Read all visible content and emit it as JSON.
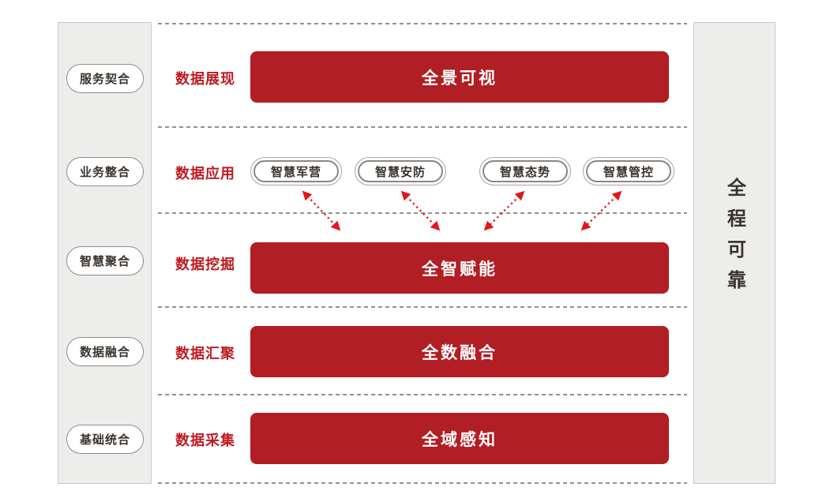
{
  "colors": {
    "bar_red": "#b11e23",
    "category_label_red": "#be1b21",
    "arrow_red": "#e8141b",
    "sidebar_bg": "#ededec",
    "sidebar_border": "#c8c8c7",
    "pill_border_outer": "#a8a5a2",
    "pill_border_inner": "#8a8783",
    "dark_text": "#3a332e",
    "separator_gray": "#909090"
  },
  "left_sidebar": {
    "items": [
      "服务契合",
      "业务整合",
      "智慧聚合",
      "数据融合",
      "基础统合"
    ]
  },
  "right_sidebar": {
    "label": "全程可靠"
  },
  "layers": [
    {
      "category": "数据展现",
      "type": "bar",
      "title": "全景可视"
    },
    {
      "category": "数据应用",
      "type": "pills",
      "pills": [
        "智慧军营",
        "智慧安防",
        "智慧态势",
        "智慧管控"
      ]
    },
    {
      "category": "数据挖掘",
      "type": "bar",
      "title": "全智赋能"
    },
    {
      "category": "数据汇聚",
      "type": "bar",
      "title": "全数融合"
    },
    {
      "category": "数据采集",
      "type": "bar",
      "title": "全域感知"
    }
  ],
  "connections": [
    {
      "from": "智慧军营",
      "to": "全智赋能",
      "style": "red-dashed-double-arrow"
    },
    {
      "from": "智慧安防",
      "to": "全智赋能",
      "style": "red-dashed-double-arrow"
    },
    {
      "from": "智慧态势",
      "to": "全智赋能",
      "style": "red-dashed-double-arrow"
    },
    {
      "from": "智慧管控",
      "to": "全智赋能",
      "style": "red-dashed-double-arrow"
    }
  ]
}
